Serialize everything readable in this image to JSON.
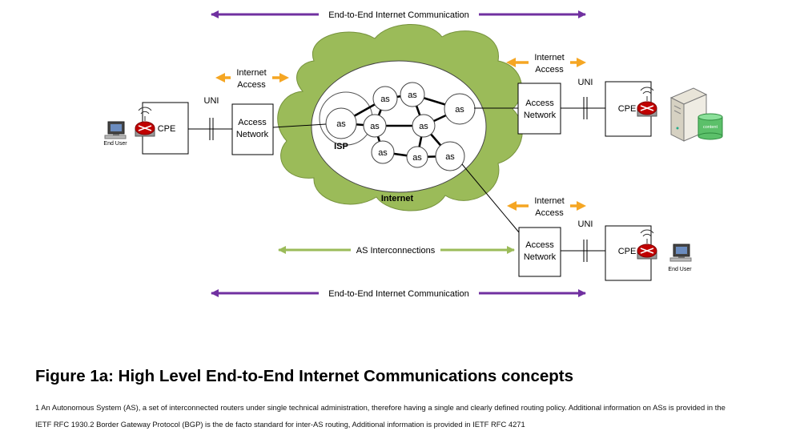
{
  "labels": {
    "e2e_top": "End-to-End Internet Communication",
    "e2e_bottom": "End-to-End Internet Communication",
    "as_interconnections": "AS Interconnections",
    "internet_access": [
      "Internet",
      "Access"
    ],
    "uni": "UNI",
    "access_network": [
      "Access",
      "Network"
    ],
    "cpe": "CPE",
    "end_user": "End User",
    "isp": "ISP",
    "internet": "Internet",
    "as": "as",
    "content": "content"
  },
  "colors": {
    "purple_arrow": "#7030a0",
    "orange_arrow": "#f5a623",
    "green_arrow": "#9bbb59",
    "cloud_fill": "#9bbb59",
    "router_red": "#c00000"
  },
  "caption": "Figure 1a:  High Level End-to-End Internet Communications concepts",
  "footnote": {
    "line1": "1 An Autonomous System (AS), a set of interconnected routers under single technical administration, therefore having a single and clearly defined routing policy. Additional information on ASs is provided in the",
    "line2": "IETF RFC 1930.2 Border Gateway Protocol (BGP) is the de facto standard for inter-AS routing, Additional information is provided in IETF RFC 4271"
  }
}
